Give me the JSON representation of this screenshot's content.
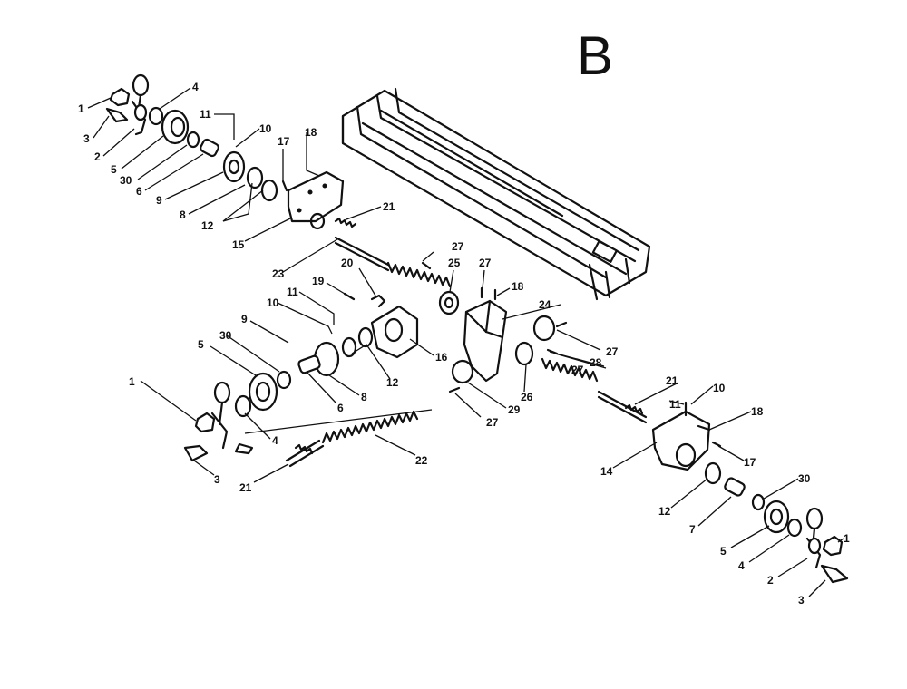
{
  "section_letter": "B",
  "callouts": {
    "lt1": "1",
    "lt3": "3",
    "lt2": "2",
    "lt4": "4",
    "lt5": "5",
    "lt30": "30",
    "lt6": "6",
    "lt9": "9",
    "lt8": "8",
    "lt12": "12",
    "lt11": "11",
    "lt10": "10",
    "lt17": "17",
    "lt18": "18",
    "lt15": "15",
    "lt21": "21",
    "lt23": "23",
    "c27a": "27",
    "c25": "25",
    "c27b": "27",
    "c18": "18",
    "c24": "24",
    "c20": "20",
    "c19": "19",
    "c11": "11",
    "c10": "10",
    "c9": "9",
    "c5": "5",
    "c30": "30",
    "c16": "16",
    "c12": "12",
    "c8": "8",
    "c6": "6",
    "c27c": "27",
    "c28": "28",
    "c27d": "27",
    "c26": "26",
    "c29": "29",
    "c27e": "27",
    "lb1": "1",
    "lb4": "4",
    "lb3": "3",
    "lb21": "21",
    "lb22": "22",
    "r21": "21",
    "r11": "11",
    "r10": "10",
    "r18": "18",
    "r17": "17",
    "r14": "14",
    "r30": "30",
    "r12": "12",
    "r7": "7",
    "r5": "5",
    "r4": "4",
    "r1": "1",
    "r2": "2",
    "r3": "3"
  }
}
